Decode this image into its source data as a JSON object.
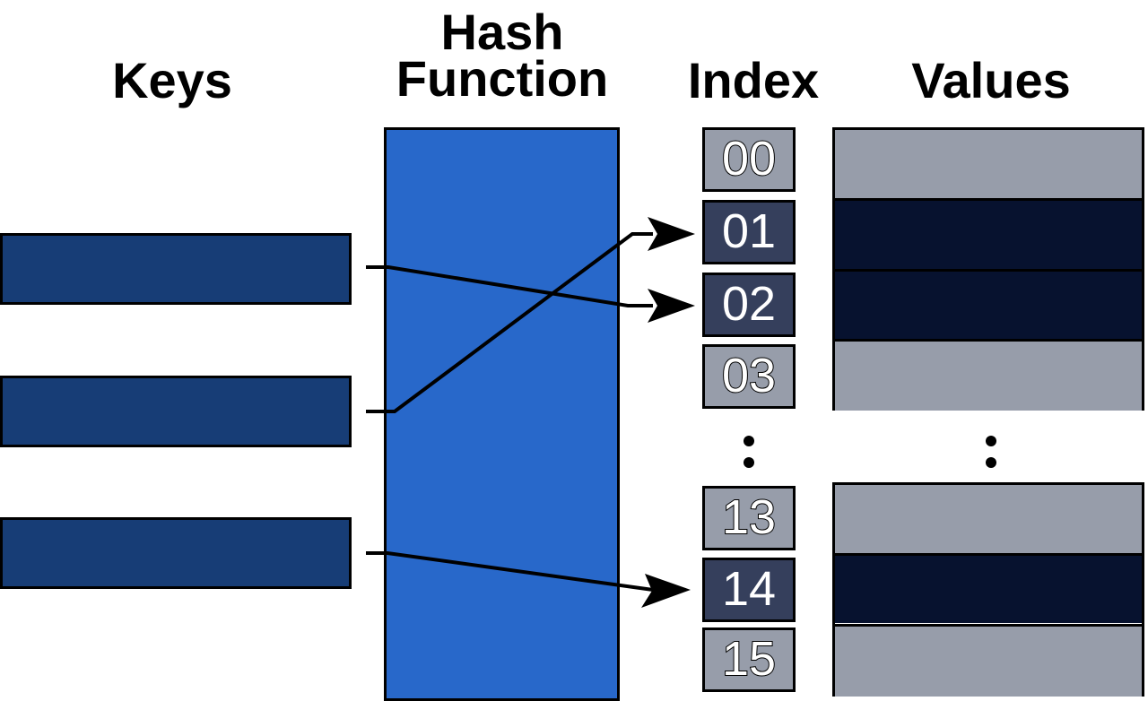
{
  "headings": {
    "keys": "Keys",
    "hash_line1": "Hash",
    "hash_line2": "Function",
    "index": "Index",
    "values": "Values"
  },
  "index_labels": [
    "00",
    "01",
    "02",
    "03",
    "13",
    "14",
    "15"
  ],
  "colors": {
    "key_fill": "#173d76",
    "hash_fill": "#2868ca",
    "light_fill": "#979daa",
    "dark_index_fill": "#353f5c",
    "dark_value_fill": "#07122f"
  }
}
